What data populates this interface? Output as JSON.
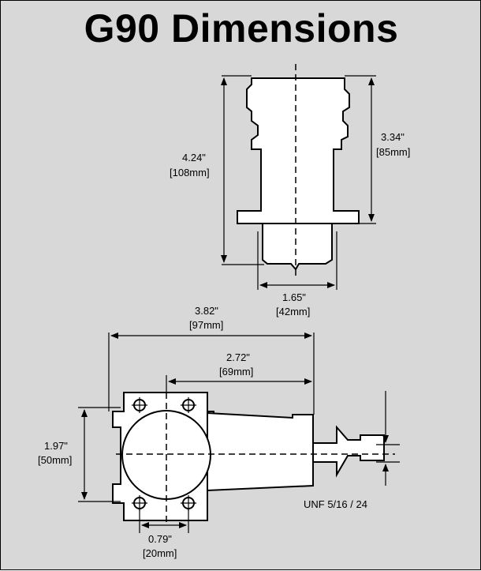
{
  "title": "G90 Dimensions",
  "colors": {
    "background": "#d8d8d8",
    "part_fill": "#ffffff",
    "line": "#000000"
  },
  "top_view": {
    "overall_height": {
      "inches": "4.24\"",
      "mm": "[108mm]"
    },
    "upper_height": {
      "inches": "3.34\"",
      "mm": "[85mm]"
    },
    "base_width": {
      "inches": "1.65\"",
      "mm": "[42mm]"
    }
  },
  "side_view": {
    "overall_length": {
      "inches": "3.82\"",
      "mm": "[97mm]"
    },
    "body_length": {
      "inches": "2.72\"",
      "mm": "[69mm]"
    },
    "height": {
      "inches": "1.97\"",
      "mm": "[50mm]"
    },
    "hole_spacing": {
      "inches": "0.79\"",
      "mm": "[20mm]"
    },
    "thread": "UNF 5/16 / 24"
  }
}
